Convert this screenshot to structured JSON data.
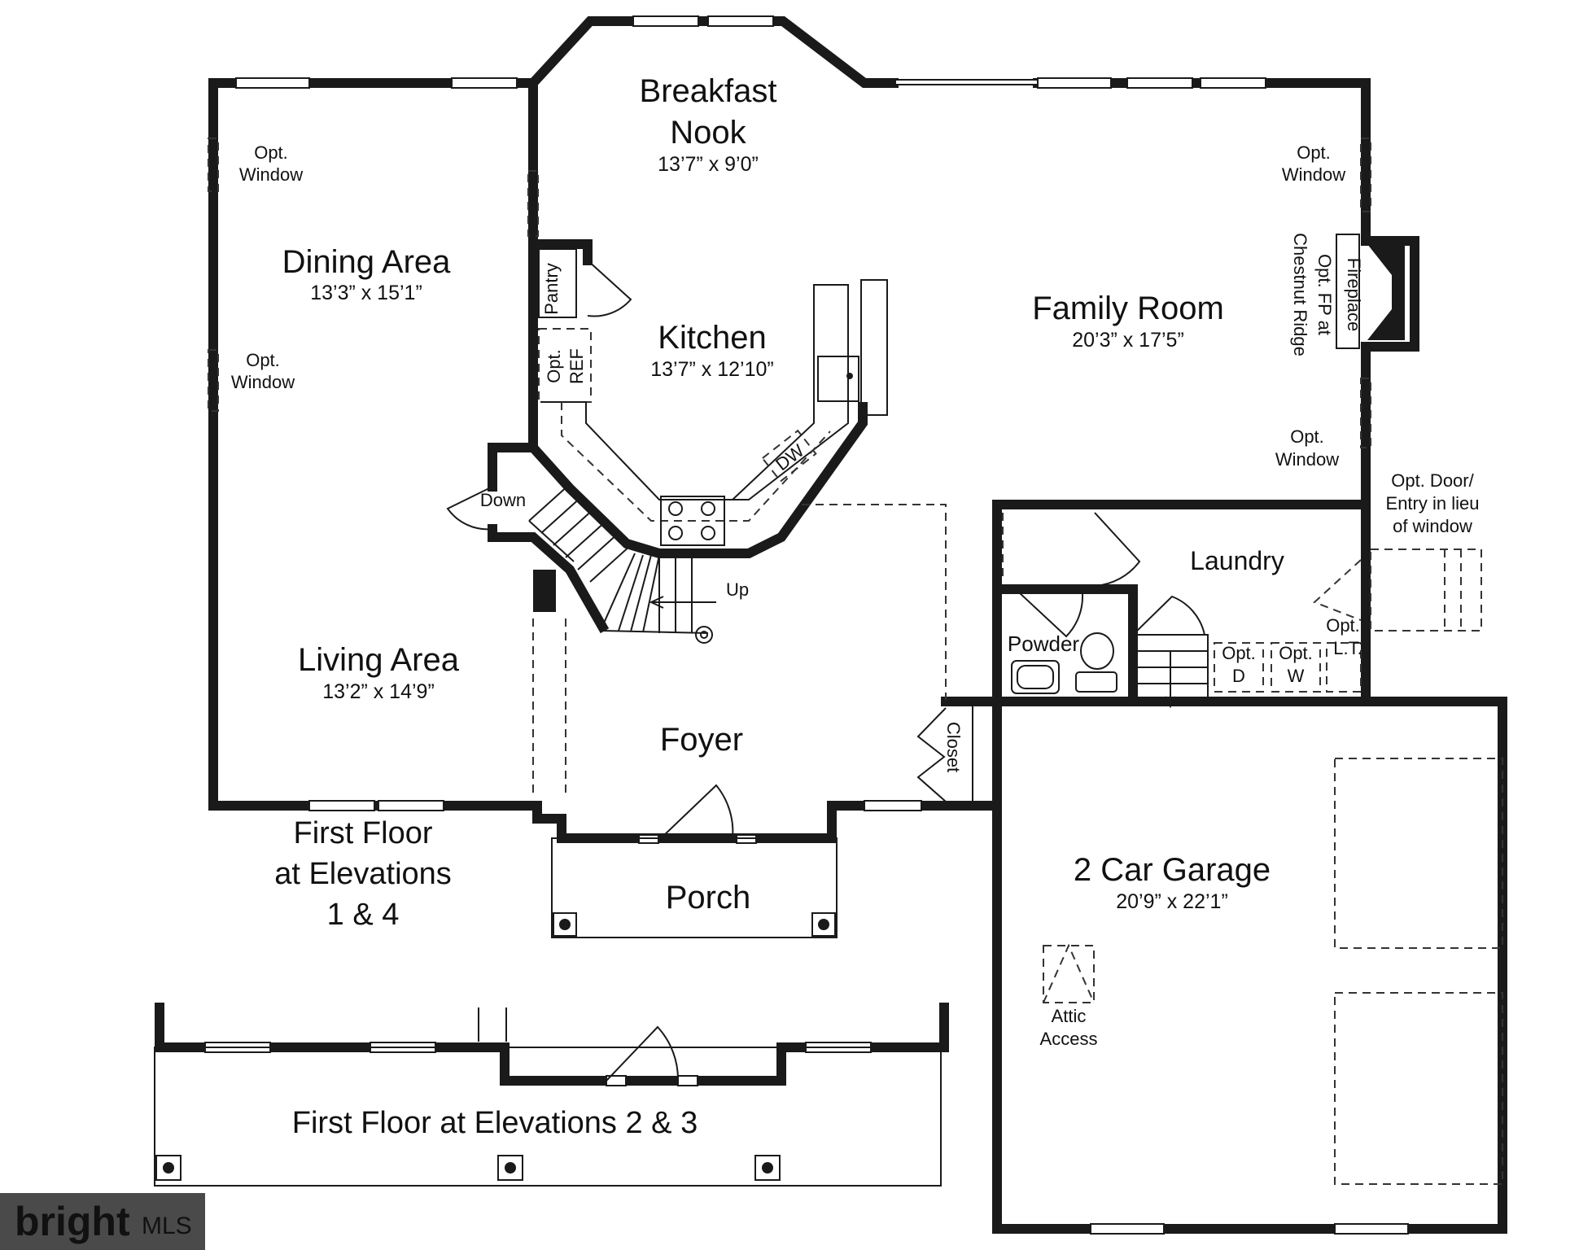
{
  "rooms": {
    "breakfast_nook": {
      "line1": "Breakfast",
      "line2": "Nook",
      "size": "13’7” x 9’0”"
    },
    "dining_area": {
      "name": "Dining Area",
      "size": "13’3” x 15’1”"
    },
    "kitchen": {
      "name": "Kitchen",
      "size": "13’7” x 12’10”"
    },
    "family_room": {
      "name": "Family Room",
      "size": "20’3” x 17’5”"
    },
    "living_area": {
      "name": "Living Area",
      "size": "13’2” x 14’9”"
    },
    "foyer": {
      "name": "Foyer"
    },
    "laundry": {
      "name": "Laundry"
    },
    "powder": {
      "name": "Powder"
    },
    "porch": {
      "name": "Porch"
    },
    "garage": {
      "name": "2 Car Garage",
      "size": "20’9” x 22’1”"
    }
  },
  "labels": {
    "opt": "Opt.",
    "window": "Window",
    "pantry": "Pantry",
    "ref": "REF",
    "dw": "DW",
    "down": "Down",
    "up": "Up",
    "closet": "Closet",
    "fireplace": "Fireplace",
    "opt_fp_at": "Opt. FP at",
    "chestnut_ridge": "Chestnut Ridge",
    "opt_door_1": "Opt. Door/",
    "opt_door_2": "Entry in lieu",
    "opt_door_3": "of window",
    "d": "D",
    "w": "W",
    "lt": "L.T.",
    "attic": "Attic",
    "access": "Access"
  },
  "captions": {
    "elev14_line1": "First Floor",
    "elev14_line2": "at Elevations",
    "elev14_line3": "1 & 4",
    "elev23": "First Floor at Elevations 2 & 3"
  },
  "watermark": {
    "brand": "bright",
    "suffix": "MLS"
  }
}
